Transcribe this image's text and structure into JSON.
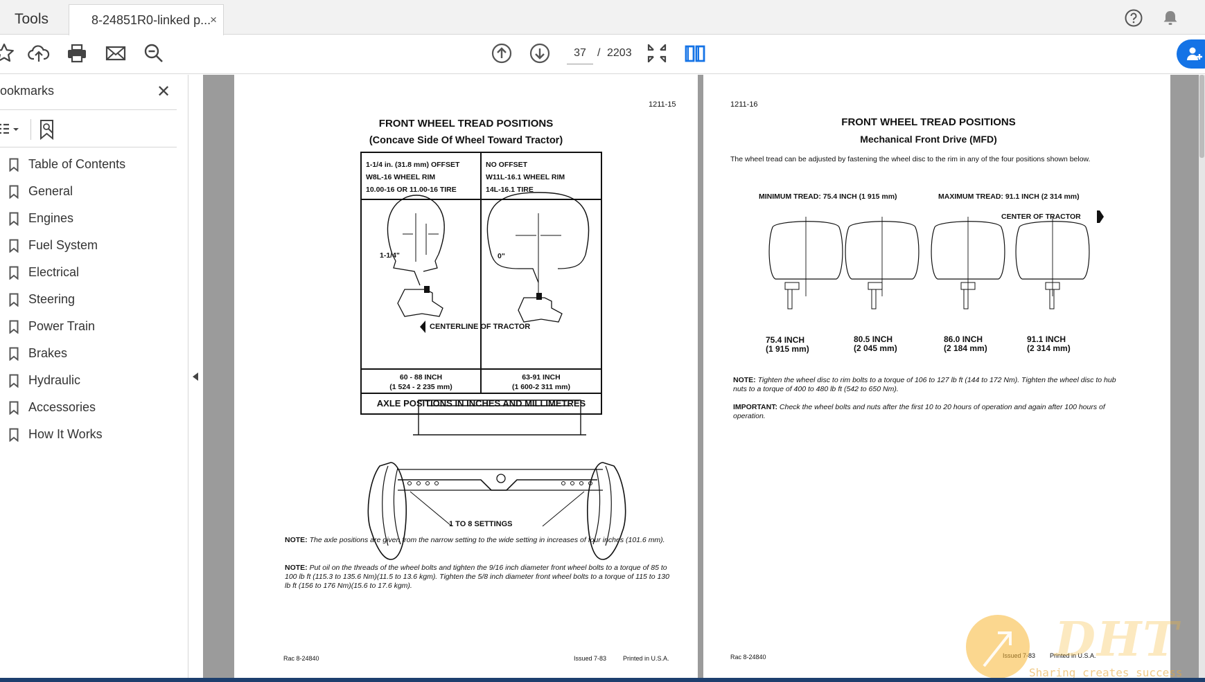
{
  "tabs": {
    "tools_label": "Tools",
    "doc_label": "8-24851R0-linked p...",
    "close_glyph": "×"
  },
  "toolbar": {
    "page_current": "37",
    "page_separator": "/",
    "page_total": "2203",
    "icons": [
      "star-icon",
      "upload-icon",
      "print-icon",
      "mail-icon",
      "zoom-out-icon",
      "page-up-icon",
      "page-down-icon",
      "fit-page-icon",
      "two-page-icon",
      "help-icon",
      "bell-icon",
      "add-user-icon"
    ]
  },
  "sidebar": {
    "title": "ookmarks",
    "close_glyph": "✕",
    "items": [
      {
        "label": "Table of Contents"
      },
      {
        "label": "General"
      },
      {
        "label": "Engines"
      },
      {
        "label": "Fuel System"
      },
      {
        "label": "Electrical"
      },
      {
        "label": "Steering"
      },
      {
        "label": "Power Train"
      },
      {
        "label": "Brakes"
      },
      {
        "label": "Hydraulic"
      },
      {
        "label": "Accessories"
      },
      {
        "label": "How It Works"
      }
    ]
  },
  "left_page": {
    "page_number": "1211-15",
    "title": "FRONT WHEEL TREAD POSITIONS",
    "subtitle": "(Concave Side Of Wheel Toward Tractor)",
    "table": {
      "left_header": [
        "1-1/4 in. (31.8 mm) OFFSET",
        "W8L-16 WHEEL RIM",
        "10.00-16 OR 11.00-16 TIRE"
      ],
      "right_header": [
        "NO OFFSET",
        "W11L-16.1 WHEEL RIM",
        "14L-16.1 TIRE"
      ],
      "left_offset_label": "1-1/4\"",
      "right_offset_label": "0\"",
      "centerline_label": "CENTERLINE OF TRACTOR",
      "left_range": "60 - 88 INCH",
      "left_range_mm": "(1 524 - 2 235 mm)",
      "right_range": "63-91 INCH",
      "right_range_mm": "(1 600-2 311 mm)",
      "footer": "AXLE POSITIONS IN INCHES AND MILLIMETRES"
    },
    "settings_label": "1 TO 8 SETTINGS",
    "note1_label": "NOTE:",
    "note1_text": "The axle positions are given from the narrow setting to the wide setting in increases of four inches (101.6 mm).",
    "note2_label": "NOTE:",
    "note2_text": "Put oil on the threads of the wheel bolts and tighten the 9/16 inch diameter front wheel bolts to a torque of 85 to 100 lb ft (115.3 to 135.6 Nm)(11.5 to 13.6 kgm). Tighten the 5/8 inch diameter front wheel bolts to a torque of 115 to 130 lb ft (156 to 176 Nm)(15.6 to 17.6 kgm).",
    "footer_left": "Rac 8-24840",
    "footer_issued": "Issued 7-83",
    "footer_printed": "Printed in U.S.A."
  },
  "right_page": {
    "page_number": "1211-16",
    "title": "FRONT WHEEL TREAD POSITIONS",
    "subtitle": "Mechanical Front Drive (MFD)",
    "intro": "The wheel tread can be adjusted by fastening the wheel disc to the rim in any of the four positions shown below.",
    "min_tread": "MINIMUM TREAD: 75.4 INCH (1 915 mm)",
    "max_tread": "MAXIMUM TREAD: 91.1 INCH (2 314 mm)",
    "center_label": "CENTER OF TRACTOR",
    "positions": [
      {
        "inch": "75.4 INCH",
        "mm": "(1 915 mm)"
      },
      {
        "inch": "80.5 INCH",
        "mm": "(2 045 mm)"
      },
      {
        "inch": "86.0 INCH",
        "mm": "(2 184 mm)"
      },
      {
        "inch": "91.1 INCH",
        "mm": "(2 314 mm)"
      }
    ],
    "note_label": "NOTE:",
    "note_text": "Tighten the wheel disc to rim bolts to a torque of 106 to 127 lb ft (144 to 172 Nm). Tighten the wheel disc to hub nuts to a torque of 400 to 480 lb ft (542 to 650 Nm).",
    "important_label": "IMPORTANT:",
    "important_text": "Check the wheel bolts and nuts after the first 10 to 20 hours of operation and again after 100 hours of operation.",
    "footer_left": "Rac 8-24840",
    "footer_issued": "Issued 7-83",
    "footer_printed": "Printed in U.S.A."
  },
  "watermark": {
    "logo_text": "DHT",
    "tagline": "Sharing creates success"
  },
  "colors": {
    "accent": "#1473e6",
    "bookmark_grey": "#555555",
    "doc_background": "#9b9b9b"
  }
}
